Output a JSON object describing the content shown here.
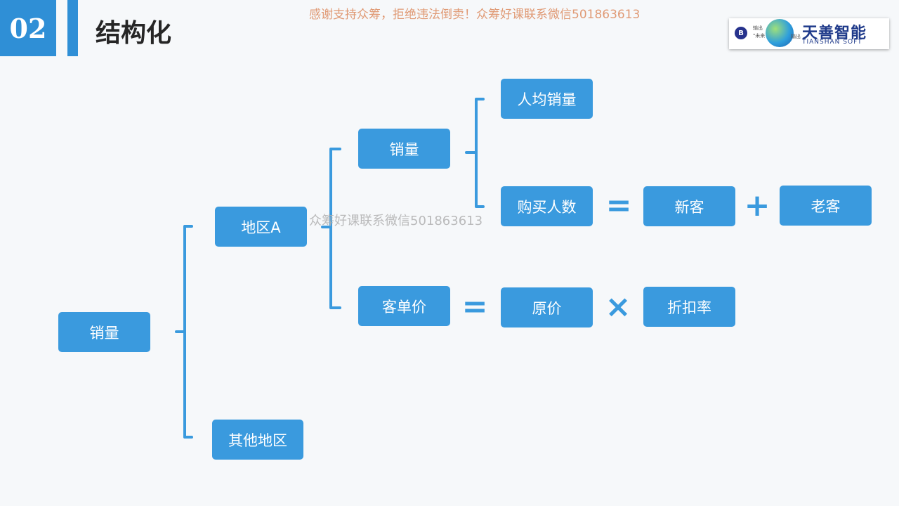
{
  "header": {
    "section_number": "02",
    "title": "结构化"
  },
  "watermarks": {
    "top": "感谢支持众筹，拒绝违法倒卖！众筹好课联系微信501863613",
    "middle": "众筹好课联系微信501863613"
  },
  "logo": {
    "name": "天善智能",
    "subtitle": "TIANSHAN SOFT",
    "small_left_1": "输出",
    "small_left_2": "\"未来",
    "small_right": "输出"
  },
  "diagram": {
    "root": "销量",
    "region_a": "地区A",
    "other_regions": "其他地区",
    "sales": "销量",
    "avg_sales_per_person": "人均销量",
    "buyers": "购买人数",
    "new_customers": "新客",
    "old_customers": "老客",
    "unit_price": "客单价",
    "original_price": "原价",
    "discount_rate": "折扣率",
    "op_equals_1": "=",
    "op_plus": "+",
    "op_equals_2": "=",
    "op_times": "×"
  },
  "colors": {
    "accent": "#2f8fd6",
    "node": "#3a9ade",
    "bracket": "#3a9ade",
    "watermark_top": "#e09a75",
    "logo_text": "#1f3a8a"
  }
}
